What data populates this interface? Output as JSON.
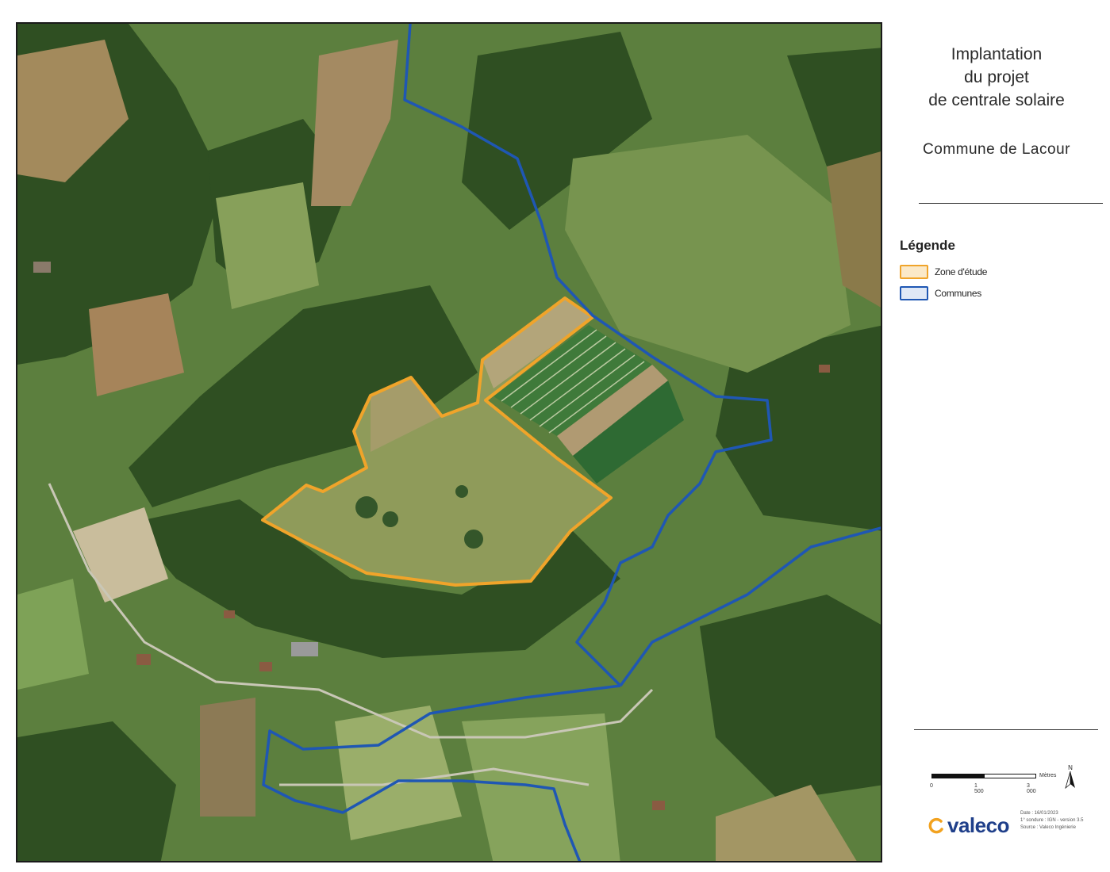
{
  "panel": {
    "title_lines": [
      "Implantation",
      "du projet",
      "de centrale solaire"
    ],
    "commune": "Commune de Lacour"
  },
  "legend": {
    "title": "Légende",
    "items": [
      {
        "label": "Zone d'étude",
        "color": "#f0a42a"
      },
      {
        "label": "Communes",
        "color": "#1f57b3"
      }
    ]
  },
  "scale": {
    "unit": "Mètres",
    "ticks": [
      "0",
      "1 500",
      "3 000"
    ],
    "north_label": "N"
  },
  "logo": {
    "brand": "valeco"
  },
  "meta_lines": [
    "Date : 16/01/2023",
    "1° sondure : IGN - version 3.5",
    "Source : Valeco Ingénierie"
  ],
  "colors": {
    "study_zone": "#f0a42a",
    "commune_boundary": "#1f57b3",
    "brand_blue": "#1f3f8a",
    "brand_orange": "#f2a21f"
  }
}
